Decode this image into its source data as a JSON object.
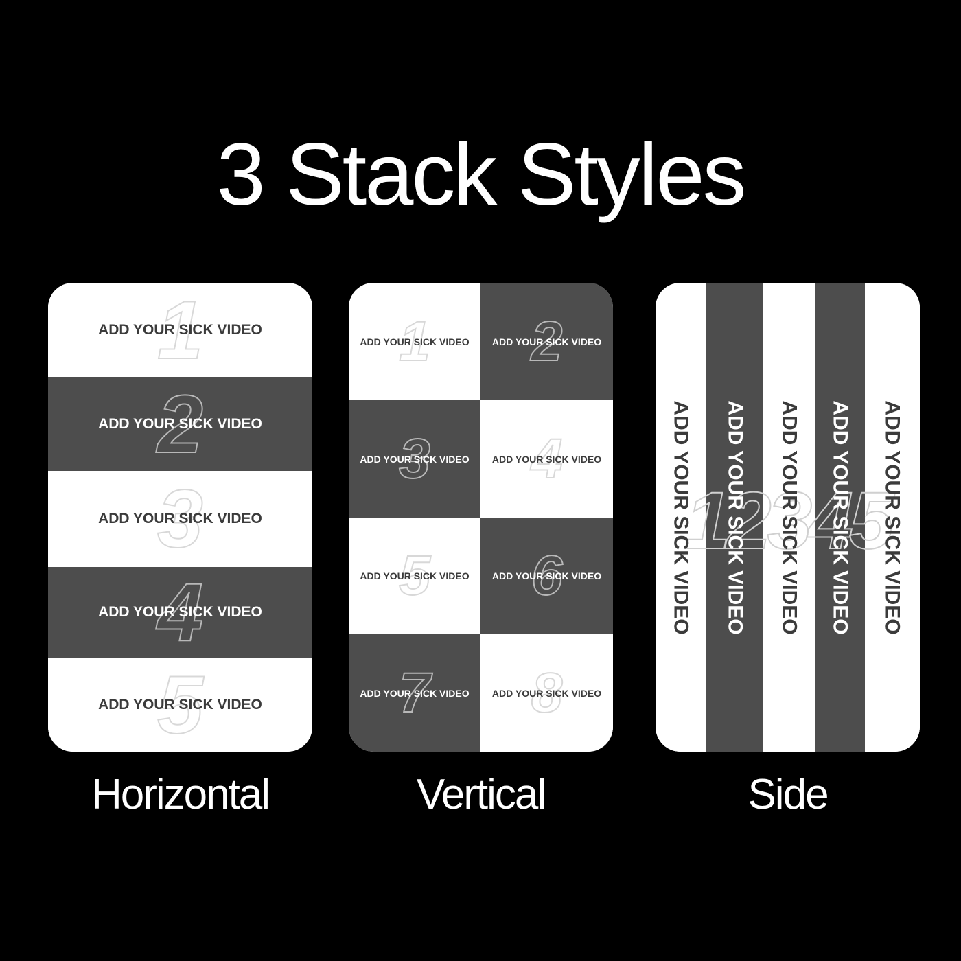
{
  "title": "3 Stack Styles",
  "colors": {
    "background": "#000000",
    "light_cell": "#ffffff",
    "dark_cell": "#4d4d4d"
  },
  "placeholder_text": "ADD YOUR SICK VIDEO",
  "styles": [
    {
      "label": "Horizontal",
      "cells": [
        "1",
        "2",
        "3",
        "4",
        "5"
      ]
    },
    {
      "label": "Vertical",
      "cells": [
        "1",
        "2",
        "3",
        "4",
        "5",
        "6",
        "7",
        "8"
      ]
    },
    {
      "label": "Side",
      "cells": [
        "1",
        "2",
        "3",
        "4",
        "5"
      ],
      "numbers": "12345"
    }
  ]
}
